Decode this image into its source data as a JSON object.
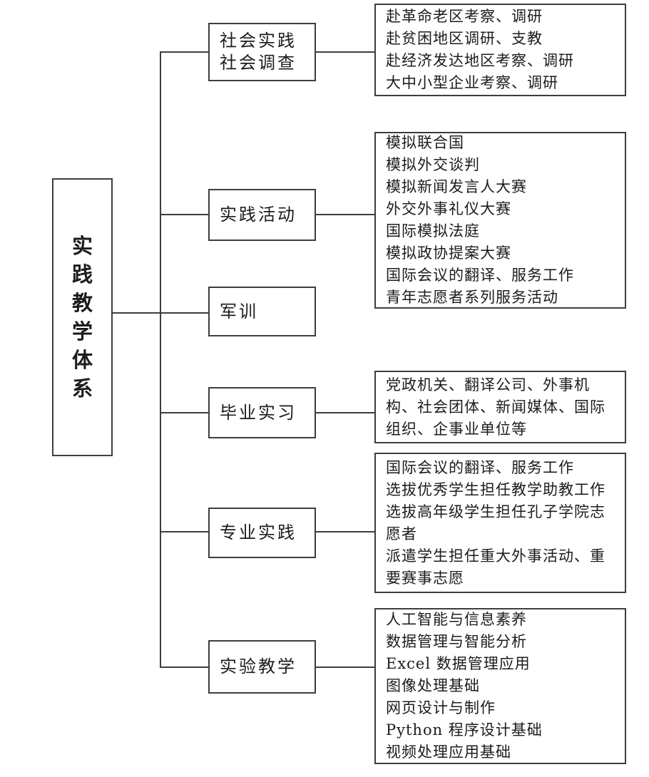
{
  "diagram": {
    "root_label": "实践教学体系",
    "colors": {
      "line": "#3d3d3d",
      "text": "#1c1c1c",
      "background": "#ffffff"
    },
    "branches": [
      {
        "label_lines": [
          "社会实践",
          "社会调查"
        ],
        "items": [
          "赴革命老区考察、调研",
          "赴贫困地区调研、支教",
          "赴经济发达地区考察、调研",
          "大中小型企业考察、调研"
        ]
      },
      {
        "label": "实践活动",
        "items": [
          "模拟联合国",
          "模拟外交谈判",
          "模拟新闻发言人大赛",
          "外交外事礼仪大赛",
          "国际模拟法庭",
          "模拟政协提案大赛",
          "国际会议的翻译、服务工作",
          "青年志愿者系列服务活动"
        ]
      },
      {
        "label": "军训",
        "items": []
      },
      {
        "label": "毕业实习",
        "items": [
          "党政机关、翻译公司、外事机构、社会团体、新闻媒体、国际组织、企事业单位等"
        ]
      },
      {
        "label": "专业实践",
        "items": [
          "国际会议的翻译、服务工作",
          "选拔优秀学生担任教学助教工作",
          "选拔高年级学生担任孔子学院志愿者",
          "派遣学生担任重大外事活动、重要赛事志愿"
        ]
      },
      {
        "label": "实验教学",
        "items": [
          "人工智能与信息素养",
          "数据管理与智能分析",
          "Excel 数据管理应用",
          "图像处理基础",
          "网页设计与制作",
          "Python 程序设计基础",
          "视频处理应用基础"
        ]
      }
    ]
  }
}
